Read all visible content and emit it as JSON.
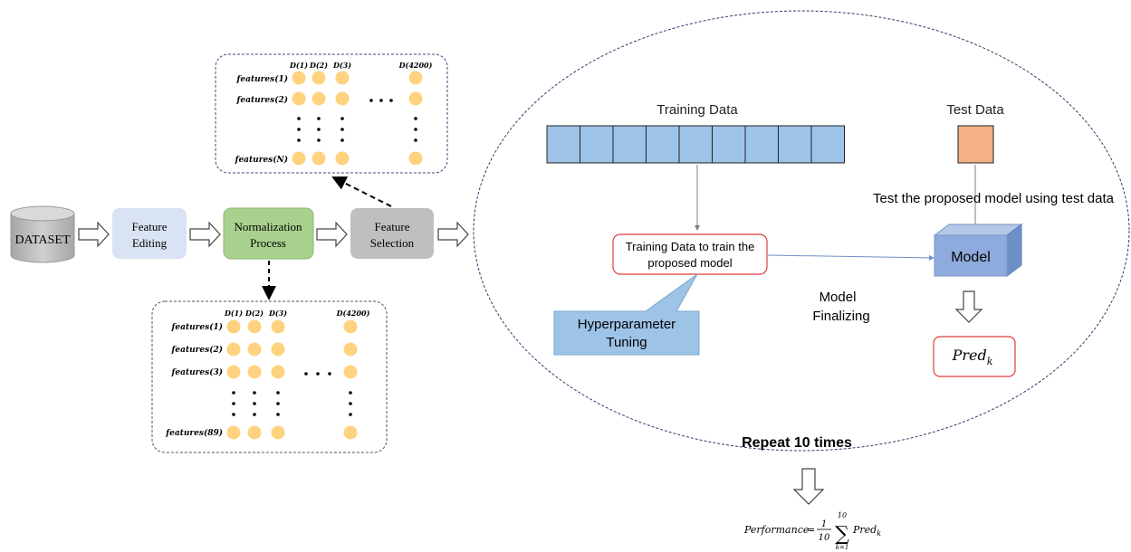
{
  "pipeline": {
    "dataset_label": "DATASET",
    "feature_editing_label": [
      "Feature",
      "Editing"
    ],
    "normalization_label": [
      "Normalization",
      "Process"
    ],
    "feature_selection_label": [
      "Feature",
      "Selection"
    ]
  },
  "selected_matrix": {
    "col_headers": [
      "D(1)",
      "D(2)",
      "D(3)",
      "D(4200)"
    ],
    "row_labels": [
      "features(1)",
      "features(2)",
      "features(N)"
    ]
  },
  "normalized_matrix": {
    "col_headers": [
      "D(1)",
      "D(2)",
      "D(3)",
      "D(4200)"
    ],
    "row_labels": [
      "features(1)",
      "features(2)",
      "features(3)",
      "features(89)"
    ]
  },
  "loop": {
    "training_data_title": "Training Data",
    "training_cell_count": 9,
    "test_data_title": "Test Data",
    "train_box_label": [
      "Training Data to train the",
      "proposed model"
    ],
    "hyperparameter_label": [
      "Hyperparameter",
      "Tuning"
    ],
    "test_model_text": "Test the proposed model using test data",
    "model_label": "Model",
    "model_finalizing_label": [
      "Model",
      "Finalizing"
    ],
    "pred_label": "Pred",
    "pred_subscript": "k",
    "repeat_label": "Repeat 10 times"
  },
  "performance": {
    "lhs": "Performance",
    "equals": "=",
    "fraction_num": "1",
    "fraction_den": "10",
    "sum_upper": "10",
    "sum_lower": "k=1",
    "term": "Pred",
    "term_subscript": "k"
  },
  "colors": {
    "feature_editing_fill": "#dae3f3",
    "normalization_fill": "#a9d18e",
    "feature_selection_fill": "#bfbfbf",
    "dataset_fill": "#bfbfbf",
    "dot_fill": "#ffd27f",
    "training_cell_fill": "#9dc3e6",
    "test_cell_fill": "#f4b183",
    "model_fill": "#8faadc",
    "hyper_fill": "#9dc3e6",
    "red_border": "#e03c3c"
  }
}
